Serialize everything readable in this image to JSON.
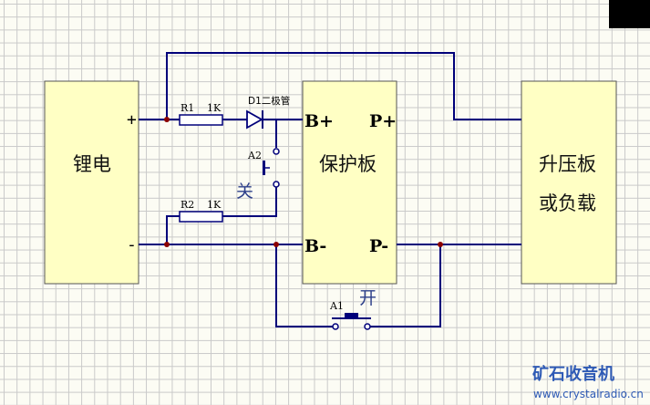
{
  "blocks": {
    "battery": "锂电",
    "protection": "保护板",
    "load_line1": "升压板",
    "load_line2": "或负载"
  },
  "pins": {
    "b_plus": "B+",
    "p_plus": "P+",
    "b_minus": "B-",
    "p_minus": "P-"
  },
  "battery_terminals": {
    "plus": "+",
    "minus": "-"
  },
  "components": {
    "r1_name": "R1",
    "r1_value": "1K",
    "r2_name": "R2",
    "r2_value": "1K",
    "d1_label": "D1二极管",
    "a2_name": "A2",
    "a2_state": "关",
    "a1_name": "A1",
    "a1_state": "开"
  },
  "watermark": {
    "name": "矿石收音机",
    "url": "www.crystalradio.cn"
  },
  "colors": {
    "block_fill": "#ffffc4",
    "wire": "#00007a",
    "node": "#8b0000",
    "switch_state_text": "#2d3f8a",
    "watermark": "#2e5ab5"
  }
}
